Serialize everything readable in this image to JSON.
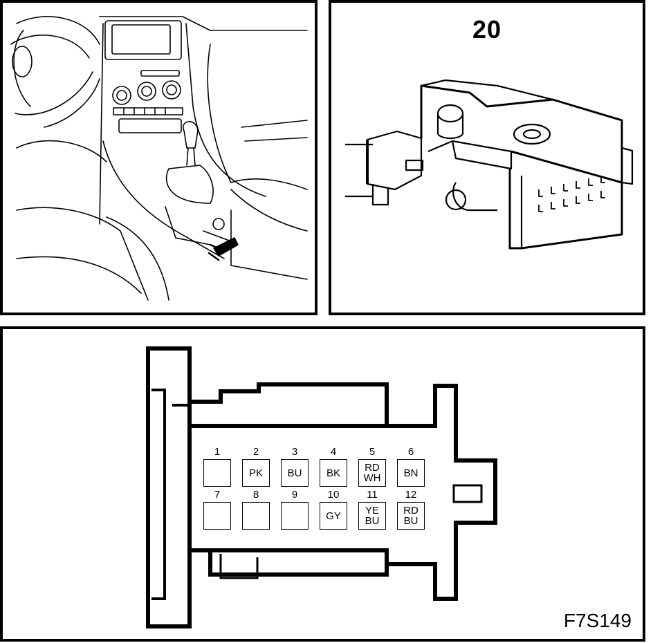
{
  "connector_view_number": "20",
  "figure_ref": "F7S149",
  "pins": [
    {
      "number": "1",
      "colors": []
    },
    {
      "number": "2",
      "colors": [
        "PK"
      ]
    },
    {
      "number": "3",
      "colors": [
        "BU"
      ]
    },
    {
      "number": "4",
      "colors": [
        "BK"
      ]
    },
    {
      "number": "5",
      "colors": [
        "RD",
        "WH"
      ]
    },
    {
      "number": "6",
      "colors": [
        "BN"
      ]
    },
    {
      "number": "7",
      "colors": []
    },
    {
      "number": "8",
      "colors": []
    },
    {
      "number": "9",
      "colors": []
    },
    {
      "number": "10",
      "colors": [
        "GY"
      ]
    },
    {
      "number": "11",
      "colors": [
        "YE",
        "BU"
      ]
    },
    {
      "number": "12",
      "colors": [
        "RD",
        "BU"
      ]
    }
  ],
  "line_color": "#000000",
  "background_color": "#ffffff"
}
